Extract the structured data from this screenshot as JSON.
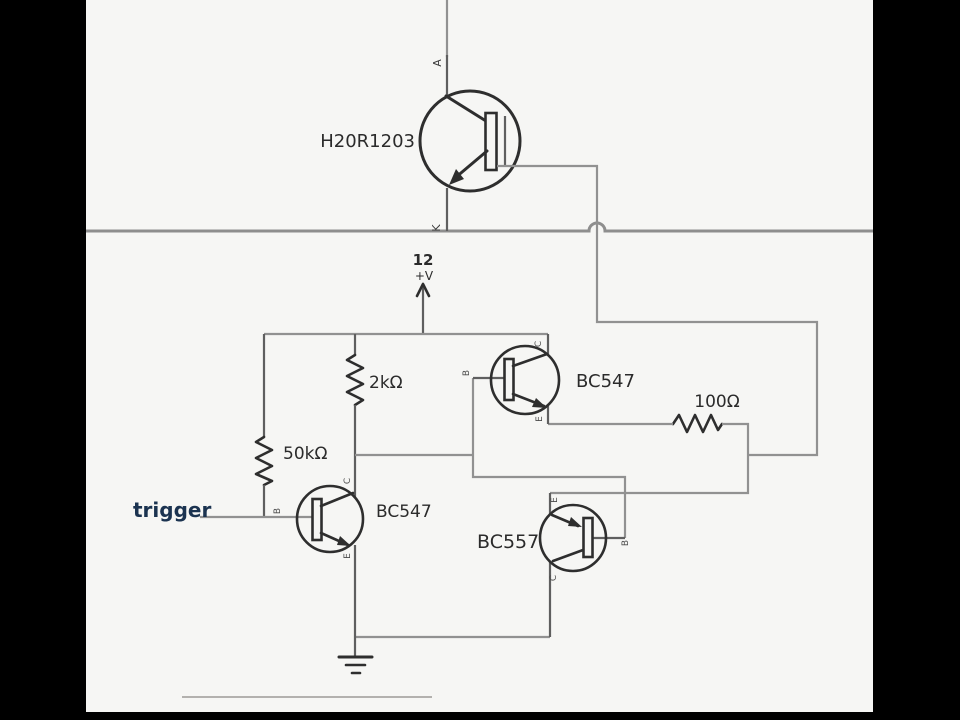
{
  "diagram": {
    "type": "circuit-schematic",
    "device_under_test": {
      "part": "H20R1203",
      "anode_label": "A",
      "cathode_label": "K"
    },
    "power": {
      "voltage": "12",
      "rail_label": "+V"
    },
    "resistors": [
      {
        "id": "R1",
        "value": "2kΩ"
      },
      {
        "id": "R2",
        "value": "50kΩ"
      },
      {
        "id": "R3",
        "value": "100Ω"
      }
    ],
    "transistors": [
      {
        "id": "Q1",
        "part": "BC547"
      },
      {
        "id": "Q2",
        "part": "BC547"
      },
      {
        "id": "Q3",
        "part": "BC557"
      }
    ],
    "input_label": "trigger",
    "lead_labels": {
      "collector": "C",
      "base": "B",
      "emitter": "E"
    }
  },
  "colors": {
    "background": "#f6f6f4",
    "letterbox": "#000000",
    "symbol_ink": "#2e2e2e",
    "wire_gray": "#919191",
    "divider_gray": "#8e8e8e",
    "trigger_text": "#1b3350"
  }
}
